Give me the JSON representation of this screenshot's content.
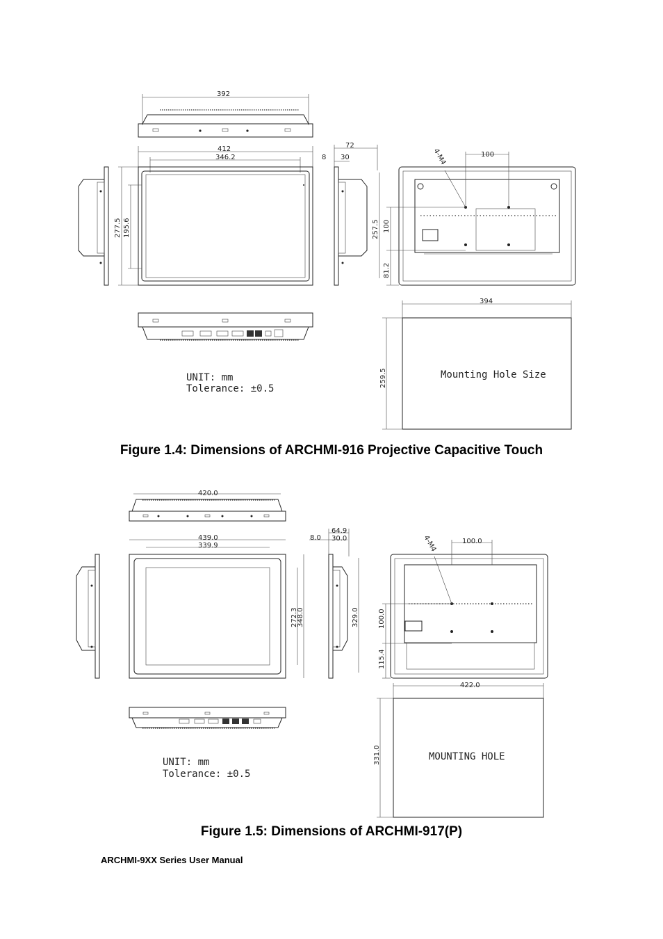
{
  "figure_1_4": {
    "caption": "Figure 1.4: Dimensions of ARCHMI-916 Projective Capacitive Touch",
    "dims": {
      "top_width": "392",
      "front_width": "412",
      "front_inner_width": "346.2",
      "depth": "72",
      "side_a": "8",
      "side_b": "30",
      "height": "277.5",
      "inner_height": "195.6",
      "side_height": "257.5",
      "rear_vesa_h": "100",
      "rear_vesa_v": "100",
      "rear_offset": "81.2",
      "screw": "4-M4",
      "cutout_width": "394",
      "cutout_height": "259.5"
    },
    "unit_label": "UNIT: mm",
    "tolerance_label": "Tolerance: ±0.5",
    "hole_label": "Mounting Hole Size"
  },
  "figure_1_5": {
    "caption": "Figure 1.5: Dimensions of ARCHMI-917(P)",
    "dims": {
      "top_width": "420.0",
      "front_width": "439.0",
      "front_inner_width": "339.9",
      "depth": "64.9",
      "side_a": "8.0",
      "side_b": "30.0",
      "inner_height": "272.3",
      "height": "348.0",
      "side_height": "329.0",
      "rear_vesa_h": "100.0",
      "rear_vesa_v": "100.0",
      "rear_offset": "115.4",
      "screw": "4-M4",
      "cutout_width": "422.0",
      "cutout_height": "331.0"
    },
    "unit_label": "UNIT: mm",
    "tolerance_label": "Tolerance: ±0.5",
    "hole_label": "MOUNTING HOLE"
  },
  "footer": "ARCHMI-9XX Series User Manual"
}
